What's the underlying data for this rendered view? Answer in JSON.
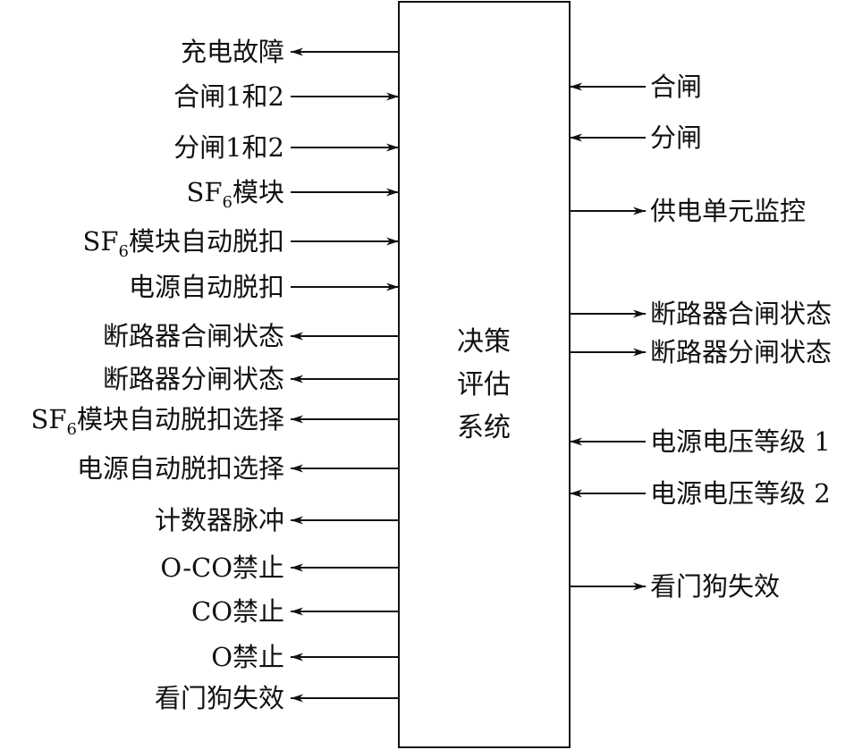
{
  "system_box": {
    "label_lines": [
      "决策",
      "评估",
      "系统"
    ]
  },
  "left_signals": [
    {
      "text": "充电故障",
      "direction": "out"
    },
    {
      "text": "合闸1和2",
      "direction": "in"
    },
    {
      "text": "分闸1和2",
      "direction": "in"
    },
    {
      "prefix": "SF",
      "subscript": "6",
      "text": "模块",
      "direction": "in"
    },
    {
      "prefix": "SF",
      "subscript": "6",
      "text": "模块自动脱扣",
      "direction": "in"
    },
    {
      "text": "电源自动脱扣",
      "direction": "in"
    },
    {
      "text": "断路器合闸状态",
      "direction": "out"
    },
    {
      "text": "断路器分闸状态",
      "direction": "out"
    },
    {
      "prefix": "SF",
      "subscript": "6",
      "text": "模块自动脱扣选择",
      "direction": "out"
    },
    {
      "text": "电源自动脱扣选择",
      "direction": "out"
    },
    {
      "text": "计数器脉冲",
      "direction": "out"
    },
    {
      "text": "O-CO禁止",
      "direction": "out"
    },
    {
      "text": "CO禁止",
      "direction": "out"
    },
    {
      "text": "O禁止",
      "direction": "out"
    },
    {
      "text": "看门狗失效",
      "direction": "out"
    }
  ],
  "right_signals": [
    {
      "text": "合闸",
      "direction": "in"
    },
    {
      "text": "分闸",
      "direction": "in"
    },
    {
      "text": "供电单元监控",
      "direction": "out"
    },
    {
      "text": "断路器合闸状态",
      "direction": "out"
    },
    {
      "text": "断路器分闸状态",
      "direction": "out"
    },
    {
      "text": "电源电压等级 1",
      "direction": "in"
    },
    {
      "text": "电源电压等级 2",
      "direction": "in"
    },
    {
      "text": "看门狗失效",
      "direction": "out"
    }
  ]
}
